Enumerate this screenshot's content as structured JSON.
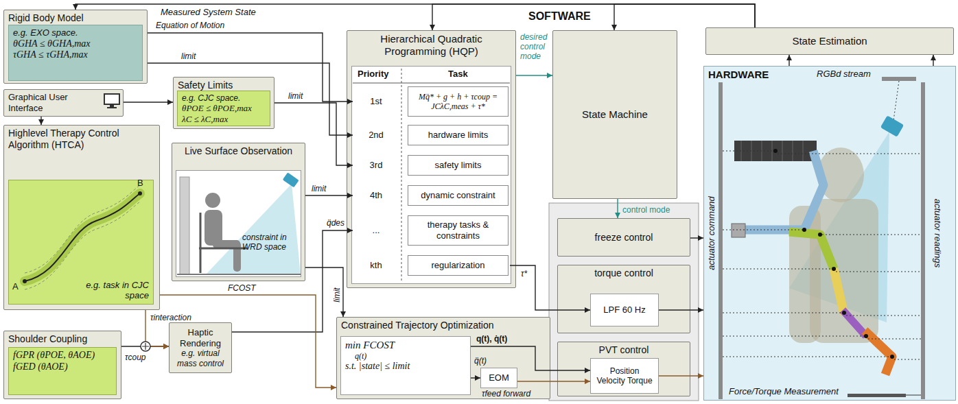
{
  "diagram": {
    "title": "SOFTWARE",
    "nodes": [
      {
        "text": [
          "Rigid Body Model"
        ]
      },
      {
        "text": [
          "e.g. EXO space.",
          "θGHA ≤ θGHA,max",
          "τGHA ≤ τGHA,max"
        ],
        "in": 0
      },
      {
        "text": [
          "Safety Limits"
        ]
      },
      {
        "text": [
          "e.g. CJC space.",
          "θPOE ≤ θPOE,max",
          "λC ≤ λC,max"
        ],
        "in": 2
      },
      {
        "text": [
          "Graphical User Interface"
        ]
      },
      {
        "text": [
          "Highlevel Therapy Control Algorithm (HTCA)"
        ]
      },
      {
        "text": [
          "e.g. task in CJC space"
        ],
        "in": 5
      },
      {
        "text": [
          "Live Surface Observation"
        ]
      },
      {
        "text": [
          "constraint in WRD space"
        ],
        "in": 7
      },
      {
        "text": [
          "Shoulder Coupling"
        ]
      },
      {
        "text": [
          "fGPR (θPOE, θAOE)",
          "fGED (θAOE)"
        ],
        "in": 9
      },
      {
        "text": [
          "Haptic Rendering",
          "e.g. virtual mass control"
        ]
      },
      {
        "text": [
          "Hierarchical Quadratic Programming (HQP)"
        ]
      },
      {
        "text": [
          "Priority",
          "Task"
        ],
        "in": 12
      },
      {
        "text": [
          "1st",
          "Mq̈* + g + h + τcoup = JCλC,meas + τ*"
        ],
        "in": 13
      },
      {
        "text": [
          "2nd",
          "hardware limits"
        ],
        "in": 13
      },
      {
        "text": [
          "3rd",
          "safety limits"
        ],
        "in": 13
      },
      {
        "text": [
          "4th",
          "dynamic constraint"
        ],
        "in": 13
      },
      {
        "text": [
          "...",
          "therapy tasks & constraints"
        ],
        "in": 13
      },
      {
        "text": [
          "kth",
          "regularization"
        ],
        "in": 13
      },
      {
        "text": [
          "Constrained Trajectory Optimization"
        ]
      },
      {
        "text": [
          "min FCOST",
          "q(t)",
          "s.t. |state| ≤ limit"
        ],
        "in": 20
      },
      {
        "text": [
          "EOM"
        ],
        "in": 20
      },
      {
        "text": [
          "State Machine"
        ]
      },
      {
        "text": [
          "State Estimation"
        ]
      },
      {
        "text": [
          "freeze control"
        ]
      },
      {
        "text": [
          "torque control"
        ]
      },
      {
        "text": [
          "LPF 60 Hz"
        ],
        "in": 26
      },
      {
        "text": [
          "PVT control"
        ]
      },
      {
        "text": [
          "Position Velocity Torque"
        ],
        "in": 28
      },
      {
        "text": [
          "HARDWARE"
        ]
      }
    ],
    "edges": [
      {
        "from": 0,
        "to": 14,
        "arrow": "to",
        "label": "Equation of Motion"
      },
      {
        "from": 0,
        "to": 15,
        "arrow": "to",
        "label": "limit"
      },
      {
        "from": 2,
        "to": 16,
        "arrow": "to",
        "label": "limit"
      },
      {
        "from": 7,
        "to": 17,
        "arrow": "to",
        "label": "limit"
      },
      {
        "from": 4,
        "to": 5,
        "arrow": "to"
      },
      {
        "from": 4,
        "to": 2,
        "arrow": "to"
      },
      {
        "from": 11,
        "to": 18,
        "arrow": "to",
        "label": "q̈des"
      },
      {
        "from": 9,
        "to": 11,
        "arrow": "to",
        "label": "τcoup"
      },
      {
        "from": 5,
        "to": 11,
        "arrow": "to",
        "label": "τinteraction"
      },
      {
        "from": 5,
        "to": 20,
        "arrow": "to",
        "label": "FCOST"
      },
      {
        "from": 12,
        "to": 23,
        "arrow": "to",
        "label": "desired control mode"
      },
      {
        "from": 23,
        "to": 25,
        "arrow": "to",
        "label": "control mode"
      },
      {
        "from": 19,
        "to": 27,
        "arrow": "to",
        "label": "τ*"
      },
      {
        "from": 21,
        "to": 29,
        "arrow": "to",
        "label": "q(t), q̇(t)"
      },
      {
        "from": 21,
        "to": 22,
        "arrow": "to",
        "label": "q̈(t)"
      },
      {
        "from": 22,
        "to": 29,
        "arrow": "to",
        "label": "τfeed forward"
      },
      {
        "from": 25,
        "to": 30,
        "arrow": "to"
      },
      {
        "from": 27,
        "to": 30,
        "arrow": "to"
      },
      {
        "from": 29,
        "to": 30,
        "arrow": "to"
      },
      {
        "from": 30,
        "to": 24,
        "arrow": "to"
      },
      {
        "from": 30,
        "to": 24,
        "arrow": "to"
      },
      {
        "from": 24,
        "to": 0,
        "arrow": "to",
        "label": "Measured System State"
      },
      {
        "from": 24,
        "to": 12,
        "arrow": "to"
      },
      {
        "from": 24,
        "to": 23,
        "arrow": "to"
      },
      {
        "from": 7,
        "to": 20,
        "arrow": "to",
        "label": "limit"
      }
    ],
    "labels": [
      "A",
      "B",
      "RGBd stream",
      "actuator command",
      "actuator readings",
      "Force/Torque Measurement"
    ]
  }
}
